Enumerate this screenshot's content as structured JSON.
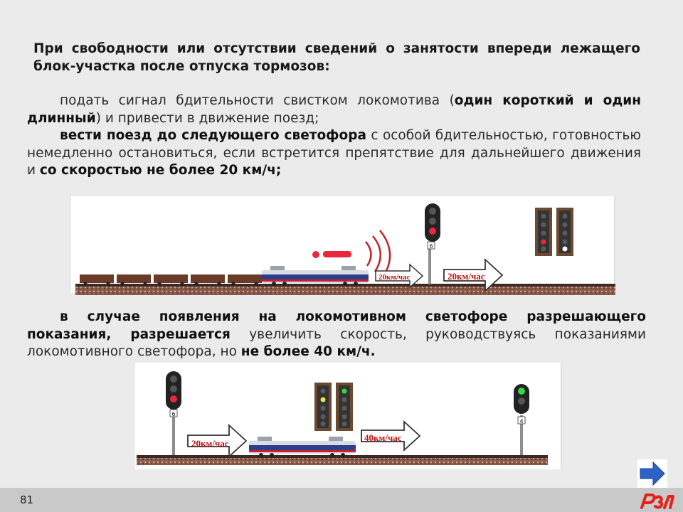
{
  "heading": "При свободности или отсутствии сведений о занятости впереди лежащего блок-участка после отпуска тормозов:",
  "para1": {
    "part1": "подать сигнал бдительности свистком локомотива (",
    "part2_bold": "один короткий и один длинный",
    "part3": ") и привести в движение поезд;",
    "part4_bold": "вести поезд до следующего светофора",
    "part5": " с особой бдительностью, готовностью немедленно остановиться, если встретится препятствие для дальнейшего движения и ",
    "part6_bold": "со скоростью не более 20 км/ч;"
  },
  "para2": {
    "part1_bold": "в случае появления на локомотивном светофоре разрешающего показания, разрешается",
    "part2": " увеличить скорость, руководствуясь показаниями локомотивного светофора,  но ",
    "part3_bold": "не более 40 км/ч."
  },
  "scene1": {
    "arrow_small": "20км/час",
    "arrow_big": "20км/час",
    "signal_plate": "6"
  },
  "scene2": {
    "arrow_left": "20км/час",
    "arrow_right": "40км/час",
    "signal_plate_left": "6",
    "signal_plate_right": "4"
  },
  "footer": {
    "page_number": "81"
  },
  "colors": {
    "background": "#ebebeb",
    "footer": "#c9c9c9",
    "signal_red": "#e8283c",
    "signal_green": "#31d84a",
    "signal_yellow": "#f2e14a",
    "arrow_text": "#c01010",
    "nav_arrow": "#2d63c8",
    "logo_red": "#e2231a"
  }
}
